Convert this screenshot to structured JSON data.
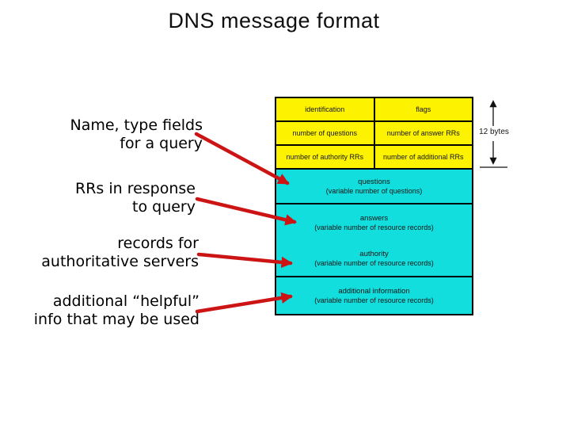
{
  "title": "DNS message format",
  "colors": {
    "yellow": "#fdf200",
    "cyan": "#12dede",
    "arrow_red": "#cc1414"
  },
  "annotations": [
    {
      "text": "Name, type fields\nfor a query"
    },
    {
      "text": "RRs in response\nto query"
    },
    {
      "text": "records for\nauthoritative servers"
    },
    {
      "text": "additional “helpful”\ninfo that may be used"
    }
  ],
  "message_table": {
    "size_annotation": "12 bytes",
    "header_rows": [
      {
        "left": "identification",
        "right": "flags"
      },
      {
        "left": "number of questions",
        "right": "number of answer RRs"
      },
      {
        "left": "number of authority RRs",
        "right": "number of additional RRs"
      }
    ],
    "body_rows": [
      {
        "name": "questions",
        "detail": "(variable number of questions)"
      },
      {
        "name": "answers",
        "detail": "(variable number of resource records)"
      },
      {
        "name": "authority",
        "detail": "(variable number of resource records)"
      },
      {
        "name": "additional information",
        "detail": "(variable number of resource records)"
      }
    ]
  }
}
